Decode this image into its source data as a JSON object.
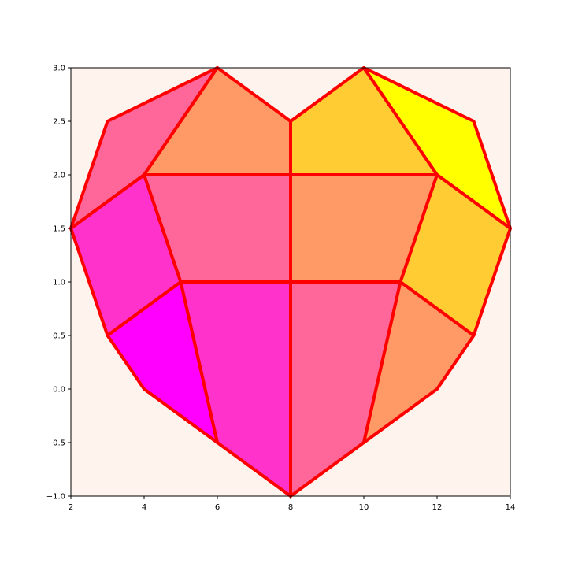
{
  "chart_data": {
    "type": "polygon-mosaic",
    "xlim": [
      2,
      14
    ],
    "ylim": [
      -1,
      3
    ],
    "xticks": [
      2,
      4,
      6,
      8,
      10,
      12,
      14
    ],
    "yticks": [
      -1.0,
      -0.5,
      0.0,
      0.5,
      1.0,
      1.5,
      2.0,
      2.5,
      3.0
    ],
    "xtick_labels": [
      "2",
      "4",
      "6",
      "8",
      "10",
      "12",
      "14"
    ],
    "ytick_labels": [
      "−1.0",
      "−0.5",
      "0.0",
      "0.5",
      "1.0",
      "1.5",
      "2.0",
      "2.5",
      "3.0"
    ],
    "grid": false,
    "colors": {
      "background": "#fff3ee",
      "edge": "#ff0000"
    },
    "edge_width": 4,
    "polygons": [
      {
        "fill": "#ff6699",
        "points": [
          [
            2,
            1.5
          ],
          [
            3,
            2.5
          ],
          [
            6,
            3
          ],
          [
            4,
            2
          ]
        ]
      },
      {
        "fill": "#ff9966",
        "points": [
          [
            4,
            2
          ],
          [
            6,
            3
          ],
          [
            8,
            2.5
          ],
          [
            8,
            2
          ]
        ]
      },
      {
        "fill": "#ffcc33",
        "points": [
          [
            8,
            2
          ],
          [
            8,
            2.5
          ],
          [
            10,
            3
          ],
          [
            12,
            2
          ]
        ]
      },
      {
        "fill": "#ffff00",
        "points": [
          [
            10,
            3
          ],
          [
            13,
            2.5
          ],
          [
            14,
            1.5
          ],
          [
            12,
            2
          ]
        ]
      },
      {
        "fill": "#ff33cc",
        "points": [
          [
            2,
            1.5
          ],
          [
            4,
            2
          ],
          [
            5,
            1
          ],
          [
            3,
            0.5
          ]
        ]
      },
      {
        "fill": "#ff6699",
        "points": [
          [
            4,
            2
          ],
          [
            8,
            2
          ],
          [
            8,
            1
          ],
          [
            5,
            1
          ]
        ]
      },
      {
        "fill": "#ff9966",
        "points": [
          [
            8,
            2
          ],
          [
            12,
            2
          ],
          [
            11,
            1
          ],
          [
            8,
            1
          ]
        ]
      },
      {
        "fill": "#ffcc33",
        "points": [
          [
            12,
            2
          ],
          [
            14,
            1.5
          ],
          [
            13,
            0.5
          ],
          [
            11,
            1
          ]
        ]
      },
      {
        "fill": "#ff00ff",
        "points": [
          [
            3,
            0.5
          ],
          [
            5,
            1
          ],
          [
            6,
            -0.5
          ],
          [
            4,
            0
          ]
        ]
      },
      {
        "fill": "#ff33cc",
        "points": [
          [
            5,
            1
          ],
          [
            8,
            1
          ],
          [
            8,
            -1
          ],
          [
            6,
            -0.5
          ]
        ]
      },
      {
        "fill": "#ff6699",
        "points": [
          [
            8,
            1
          ],
          [
            11,
            1
          ],
          [
            10,
            -0.5
          ],
          [
            8,
            -1
          ]
        ]
      },
      {
        "fill": "#ff9966",
        "points": [
          [
            11,
            1
          ],
          [
            13,
            0.5
          ],
          [
            12,
            0
          ],
          [
            10,
            -0.5
          ]
        ]
      }
    ]
  }
}
